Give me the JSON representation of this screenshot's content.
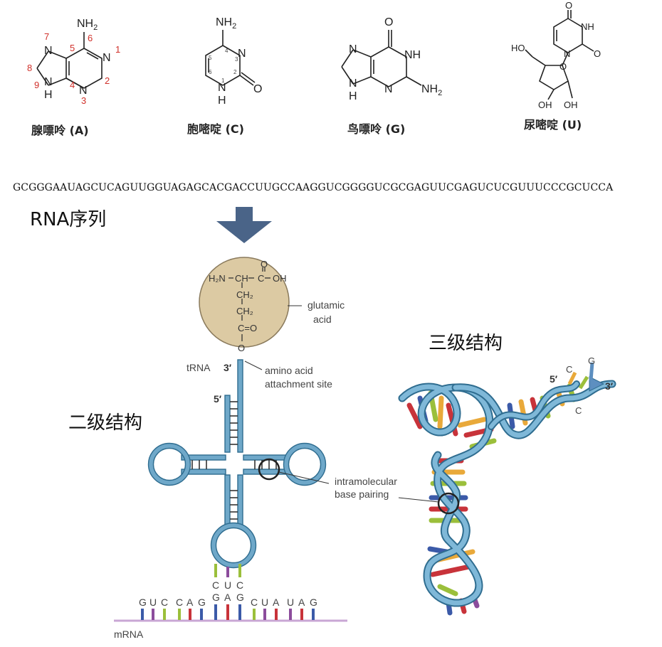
{
  "bases": [
    {
      "name": "腺嘌呤 (A)",
      "label_color": "#222"
    },
    {
      "name": "胞嘧啶 (C)"
    },
    {
      "name": "鸟嘌呤 (G)"
    },
    {
      "name": "尿嘧啶 (U)"
    }
  ],
  "chem_labels": {
    "nh2": "NH",
    "sub2": "2",
    "n": "N",
    "h": "H",
    "nh": "NH",
    "o": "O",
    "ho": "HO",
    "oh": "OH",
    "ring_numbers_adenine": [
      "1",
      "2",
      "3",
      "4",
      "5",
      "6",
      "7",
      "8",
      "9"
    ],
    "ring_numbers_cytosine": [
      "1",
      "2",
      "3",
      "4",
      "5",
      "6"
    ]
  },
  "sequence": "GCGGGAAUAGCUCAGUUGGUAGAGCACGACCUUGCCAAGGUCGGGGUCGCGAGUUCGAGUCUCGUUUCCCGCUCCA",
  "labels": {
    "rna_sequence": "RNA序列",
    "secondary": "二级结构",
    "tertiary": "三级结构",
    "glutamic_1": "glutamic",
    "glutamic_2": "acid",
    "trna": "tRNA",
    "three_prime": "3′",
    "five_prime": "5′",
    "attach_1": "amino acid",
    "attach_2": "attachment site",
    "intra_1": "intramolecular",
    "intra_2": "base pairing",
    "mrna": "mRNA"
  },
  "amino_acid": {
    "h2n": "H₂N",
    "ch": "CH",
    "c": "C",
    "oh": "OH",
    "o": "O",
    "ch2": "CH₂",
    "c_eq_o": "C=O",
    "o_link": "O"
  },
  "codon_pairing": {
    "anticodon": [
      "C",
      "U",
      "C"
    ],
    "codon": [
      "G",
      "A",
      "G"
    ]
  },
  "mrna_bases": [
    "G",
    "U",
    "C",
    "C",
    "A",
    "G",
    "G",
    "A",
    "G",
    "C",
    "U",
    "A",
    "U",
    "A",
    "G"
  ],
  "tertiary_ends": {
    "c1": "C",
    "c2": "C",
    "g": "G"
  },
  "colors": {
    "trna_blue": "#6fa8c9",
    "trna_outline": "#2f6d90",
    "arrow": "#4a6488",
    "amino_circle": "#dccaa3",
    "number_red": "#d0302a",
    "mrna_line": "#c9a7d4",
    "base_green": "#9bbf3b",
    "base_purple": "#8c4c9c",
    "base_red": "#c8333a",
    "base_blue": "#3b5aa8",
    "base_yellow": "#e9a93a"
  }
}
